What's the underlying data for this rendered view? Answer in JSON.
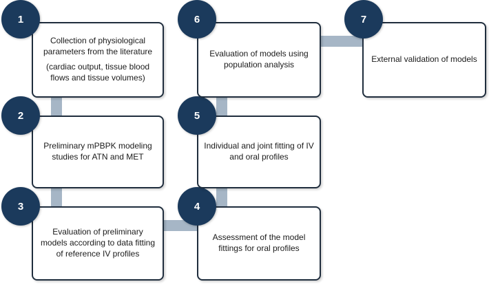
{
  "colors": {
    "circle_fill": "#1b3a5c",
    "circle_text": "#ffffff",
    "box_border": "#1f2d3d",
    "connector": "#a6b6c6"
  },
  "steps": [
    {
      "number": "1",
      "lines": [
        "Collection of physiological parameters from the literature",
        "(cardiac output, tissue blood flows and tissue volumes)"
      ]
    },
    {
      "number": "2",
      "lines": [
        "Preliminary mPBPK modeling studies for ATN and MET"
      ]
    },
    {
      "number": "3",
      "lines": [
        "Evaluation of preliminary models according to data fitting of reference IV profiles"
      ]
    },
    {
      "number": "4",
      "lines": [
        "Assessment of the model fittings for oral profiles"
      ]
    },
    {
      "number": "5",
      "lines": [
        "Individual and joint fitting of IV and oral profiles"
      ]
    },
    {
      "number": "6",
      "lines": [
        "Evaluation of models using population analysis"
      ]
    },
    {
      "number": "7",
      "lines": [
        "External validation of models"
      ]
    }
  ]
}
